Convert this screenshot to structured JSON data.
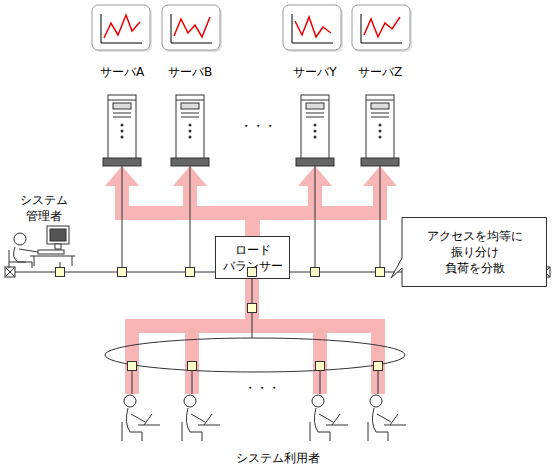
{
  "diagram": {
    "nodes": [
      {
        "text": [
          "サーバA"
        ]
      },
      {
        "text": [
          "サーバB"
        ]
      },
      {
        "text": [
          "サーバY"
        ]
      },
      {
        "text": [
          "サーバZ"
        ]
      },
      {
        "text": [
          "ロード バランサー"
        ]
      },
      {
        "text": [
          "アクセスを均等に 振り分け 負荷を分散"
        ]
      }
    ],
    "edges": [
      {
        "from": 4,
        "to": 0,
        "arrow": "to"
      },
      {
        "from": 4,
        "to": 1,
        "arrow": "to"
      },
      {
        "from": 4,
        "to": 2,
        "arrow": "to"
      },
      {
        "from": 4,
        "to": 3,
        "arrow": "to"
      }
    ],
    "labels": [
      "・・・",
      "システム 管理者",
      "・・・",
      "システム利用者"
    ]
  }
}
